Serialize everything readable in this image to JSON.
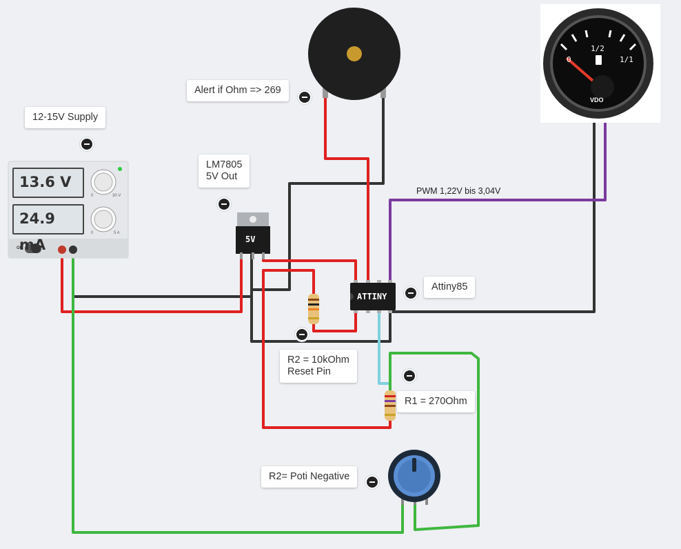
{
  "annotations": {
    "supply": "12-15V Supply",
    "buzzer": "Alert if Ohm => 269",
    "regulator": "LM7805\n5V Out",
    "attiny": "Attiny85",
    "r2_reset": "R2 = 10kOhm\nReset Pin",
    "r1": "R1 = 270Ohm",
    "poti": "R2= Poti Negative"
  },
  "power_supply": {
    "voltage_display": "13.6 V",
    "current_display": "24.9 mA",
    "voltage_range": "30 V",
    "current_range": "5 A",
    "voltage_min": "0",
    "current_min": "0",
    "on_label": "ON"
  },
  "regulator_chip": {
    "label": "5V"
  },
  "attiny_chip": {
    "label": "ATTINY"
  },
  "wire_labels": {
    "pwm": "PWM 1,22V bis 3,04V"
  },
  "gauge": {
    "mark_0": "0",
    "mark_half": "1/2",
    "mark_full": "1/1",
    "brand": "VDO"
  },
  "colors": {
    "wire_red": "#e02020",
    "wire_black": "#333333",
    "wire_green": "#3fb73f",
    "wire_purple": "#7b3b9e",
    "wire_cyan": "#7fd0dd"
  }
}
